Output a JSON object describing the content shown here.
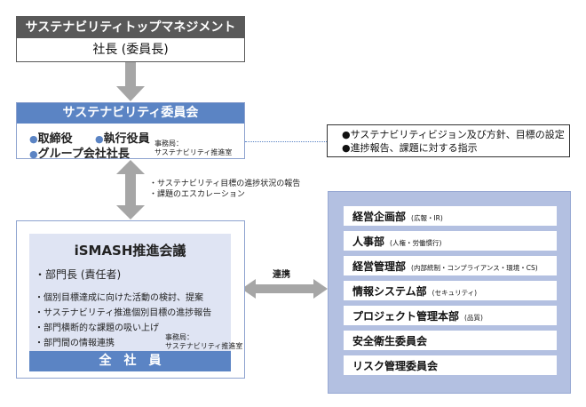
{
  "top_management": {
    "title": "サステナビリティトップマネジメント",
    "role": "社長 (委員長)"
  },
  "committee": {
    "title": "サステナビリティ委員会",
    "members": [
      "取締役",
      "執行役員",
      "グループ会社社長"
    ],
    "secretariat_label": "事務局：",
    "secretariat_name": "サステナビリティ推進室",
    "bullet_icon": "blue-dot"
  },
  "committee_roles": [
    "●サステナビリティビジョン及び方針、目標の設定",
    "●進捗報告、課題に対する指示"
  ],
  "arrow_notes": [
    "・サステナビリティ目標の進捗状況の報告",
    "・課題のエスカレーション"
  ],
  "link_label": "連携",
  "promotion_meeting": {
    "title": "iSMASH推進会議",
    "member": "・部門長 (責任者)",
    "tasks": [
      "・個別目標達成に向けた活動の検討、提案",
      "・サステナビリティ推進個別目標の進捗報告",
      "・部門横断的な課題の吸い上げ",
      "・部門間の情報連携"
    ],
    "secretariat_label": "事務局：",
    "secretariat_name": "サステナビリティ推進室",
    "all_staff": "全社員"
  },
  "departments": [
    {
      "name": "経営企画部",
      "note": "(広報・IR)"
    },
    {
      "name": "人事部",
      "note": "(人権・労働慣行)"
    },
    {
      "name": "経営管理部",
      "note": "(内部統制・コンプライアンス・環境・CS)"
    },
    {
      "name": "情報システム部",
      "note": "(セキュリティ)"
    },
    {
      "name": "プロジェクト管理本部",
      "note": "(品質)"
    },
    {
      "name": "安全衛生委員会",
      "note": ""
    },
    {
      "name": "リスク管理委員会",
      "note": ""
    }
  ],
  "colors": {
    "dark_header": "#595959",
    "accent_blue": "#5b84c4",
    "light_panel": "#dfe4f3",
    "dept_panel": "#b3c0e1",
    "arrow_gray": "#a6a6a6"
  }
}
